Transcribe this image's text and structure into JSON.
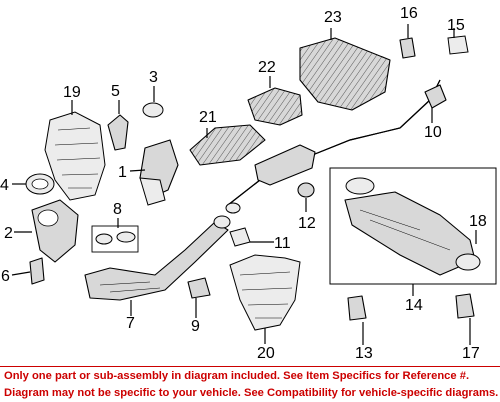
{
  "callouts": {
    "c1": "1",
    "c2": "2",
    "c3": "3",
    "c4": "4",
    "c5": "5",
    "c6": "6",
    "c7": "7",
    "c8": "8",
    "c9": "9",
    "c10": "10",
    "c11": "11",
    "c12": "12",
    "c13": "13",
    "c14": "14",
    "c15": "15",
    "c16": "16",
    "c17": "17",
    "c18": "18",
    "c19": "19",
    "c20": "20",
    "c21": "21",
    "c22": "22",
    "c23": "23"
  },
  "disclaimer": {
    "line1": "Only one part or sub-assembly in diagram included. See Item Specifics for Reference #.",
    "line2": "Diagram may not be specific to your vehicle. See Compatibility for vehicle-specific diagrams."
  },
  "colors": {
    "disclaimer_text": "#cc0000",
    "line_art": "#000000",
    "background": "#ffffff"
  }
}
